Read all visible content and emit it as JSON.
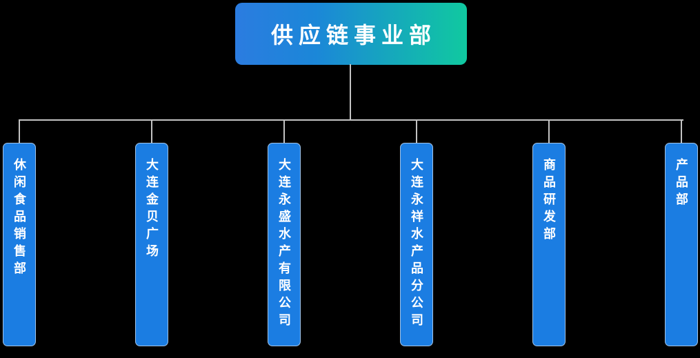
{
  "org_chart": {
    "title": "供应链事业部",
    "root": {
      "label": "供应链事业部"
    },
    "children": [
      {
        "label": "休闲食品销售部"
      },
      {
        "label": "大连金贝广场"
      },
      {
        "label": "大连永盛水产有限公司"
      },
      {
        "label": "大连永祥水产品分公司"
      },
      {
        "label": "商品研发部"
      },
      {
        "label": "产品部"
      }
    ],
    "colors": {
      "background": "#000000",
      "root_gradient_start": "#2b7ce0",
      "root_gradient_end": "#10c9a0",
      "child_node_fill": "#1b7de2",
      "connector_line": "#c4c4c4",
      "text": "#ffffff"
    }
  }
}
